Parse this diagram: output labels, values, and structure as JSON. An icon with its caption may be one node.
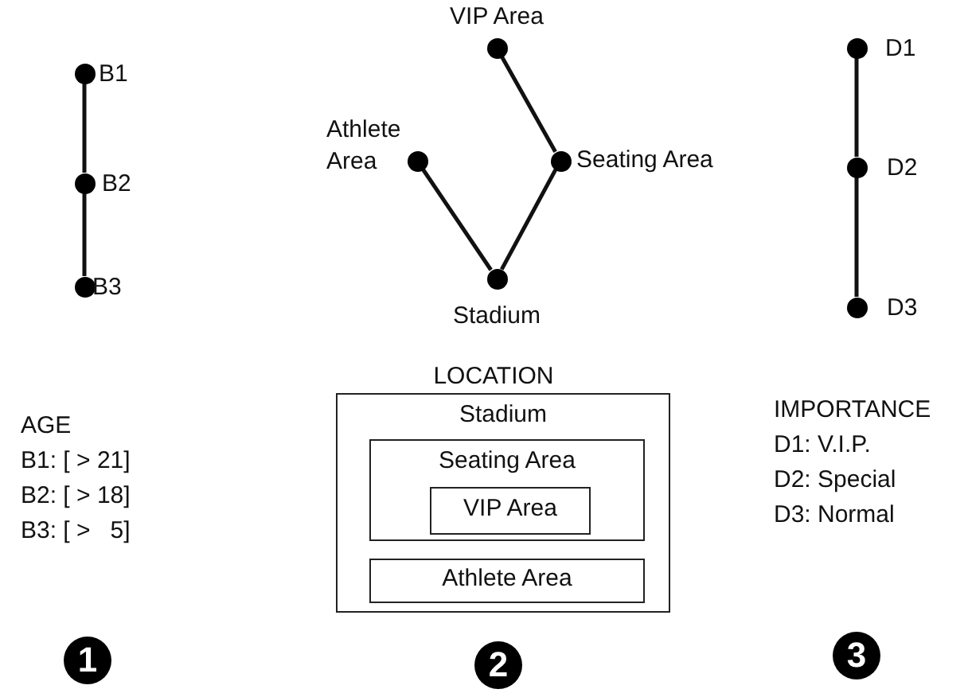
{
  "diagram": {
    "nodes": [
      {
        "text": [],
        "shape": "circle",
        "beside": [
          "B1"
        ]
      },
      {
        "text": [],
        "shape": "circle",
        "beside": [
          "B2"
        ]
      },
      {
        "text": [],
        "shape": "circle",
        "beside": [
          "B3"
        ]
      },
      {
        "text": [],
        "shape": "circle",
        "beside": [
          "VIP Area"
        ]
      },
      {
        "text": [],
        "shape": "circle",
        "beside": [
          "Athlete Area"
        ]
      },
      {
        "text": [],
        "shape": "circle",
        "beside": [
          "Seating Area"
        ]
      },
      {
        "text": [],
        "shape": "circle",
        "beside": [
          "Stadium"
        ]
      },
      {
        "text": [],
        "shape": "circle",
        "beside": [
          "D1"
        ]
      },
      {
        "text": [],
        "shape": "circle",
        "beside": [
          "D2"
        ]
      },
      {
        "text": [],
        "shape": "circle",
        "beside": [
          "D3"
        ]
      },
      {
        "text": [
          "Stadium"
        ]
      },
      {
        "text": [
          "Seating Area"
        ],
        "in": 10
      },
      {
        "text": [
          "VIP Area"
        ],
        "in": 11
      },
      {
        "text": [
          "Athlete Area"
        ],
        "in": 10
      }
    ],
    "edges": [
      {
        "from": 0,
        "to": 1,
        "arrow": "none"
      },
      {
        "from": 1,
        "to": 2,
        "arrow": "none"
      },
      {
        "from": 3,
        "to": 5,
        "arrow": "none"
      },
      {
        "from": 5,
        "to": 6,
        "arrow": "none"
      },
      {
        "from": 4,
        "to": 6,
        "arrow": "none"
      },
      {
        "from": 7,
        "to": 8,
        "arrow": "none"
      },
      {
        "from": 8,
        "to": 9,
        "arrow": "none"
      }
    ],
    "labels": [
      "LOCATION",
      "AGE",
      "B1: [ > 21]",
      "B2: [ > 18]",
      "B3: [ >   5]",
      "IMPORTANCE",
      "D1: V.I.P.",
      "D2: Special",
      "D3: Normal",
      "1",
      "2",
      "3"
    ]
  }
}
